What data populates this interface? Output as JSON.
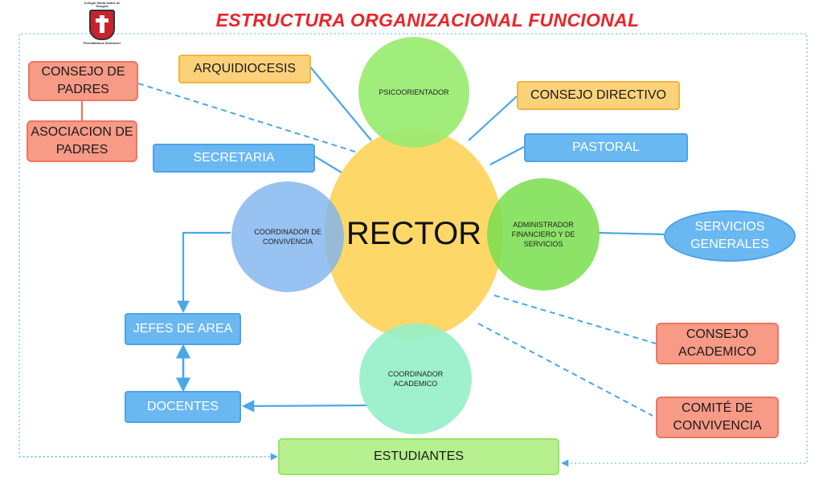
{
  "title": "ESTRUCTURA ORGANIZACIONAL FUNCIONAL",
  "logo": {
    "name": "Colegio Santa Isabel de Hungría",
    "place": "Floridablanca Santander"
  },
  "center": "RECTOR",
  "circles": {
    "psicoorientador": "PSICOORIENTADOR",
    "coordinador_convivencia": "COORDINADOR DE CONVIVENCIA",
    "administrador": "ADMINISTRADOR FINANCIERO Y DE SERVICIOS",
    "coordinador_academico": "COORDINADOR ACADEMICO"
  },
  "boxes": {
    "consejo_padres": "CONSEJO DE PADRES",
    "asociacion_padres": "ASOCIACION DE PADRES",
    "arquidiocesis": "ARQUIDIOCESIS",
    "secretaria": "SECRETARIA",
    "consejo_directivo": "CONSEJO DIRECTIVO",
    "pastoral": "PASTORAL",
    "servicios_generales": "SERVICIOS GENERALES",
    "jefes_area": "JEFES DE AREA",
    "docentes": "DOCENTES",
    "consejo_academico": "CONSEJO ACADEMICO",
    "comite_convivencia": "COMITÉ DE CONVIVENCIA",
    "estudiantes": "ESTUDIANTES"
  },
  "colors": {
    "title": "#e8262b",
    "rector": "#fdd868",
    "orange_box": "#fbd27a",
    "salmon_box": "#f79a86",
    "blue_box": "#6ab8f2",
    "green_box": "#b7f08e",
    "connector": "#4aa8e8"
  }
}
